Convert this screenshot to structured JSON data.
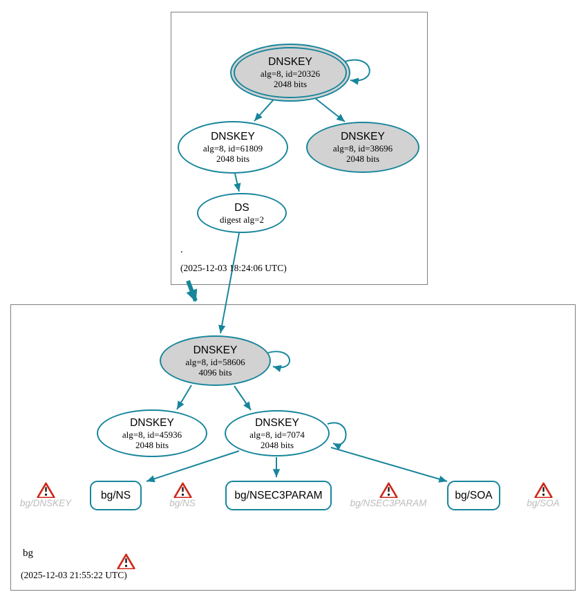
{
  "colors": {
    "edge_teal": "#17859b",
    "ksk_fill_gray": "#d2d2d2",
    "warning_red": "#d02718",
    "muted_label_gray": "#bcbcbc",
    "zone_border_gray": "#7e7e7e"
  },
  "zones": {
    "root": {
      "label": ".",
      "timestamp": "(2025-12-03 18:24:06 UTC)"
    },
    "bg": {
      "label": "bg",
      "timestamp": "(2025-12-03 21:55:22 UTC)"
    }
  },
  "nodes": {
    "root_ksk": {
      "title": "DNSKEY",
      "detail1": "alg=8, id=20326",
      "detail2": "2048 bits"
    },
    "root_zsk": {
      "title": "DNSKEY",
      "detail1": "alg=8, id=61809",
      "detail2": "2048 bits"
    },
    "root_key_38696": {
      "title": "DNSKEY",
      "detail1": "alg=8, id=38696",
      "detail2": "2048 bits"
    },
    "root_ds": {
      "title": "DS",
      "detail1": "digest alg=2"
    },
    "bg_ksk": {
      "title": "DNSKEY",
      "detail1": "alg=8, id=58606",
      "detail2": "4096 bits"
    },
    "bg_key_45936": {
      "title": "DNSKEY",
      "detail1": "alg=8, id=45936",
      "detail2": "2048 bits"
    },
    "bg_zsk_7074": {
      "title": "DNSKEY",
      "detail1": "alg=8, id=7074",
      "detail2": "2048 bits"
    }
  },
  "rrsets": {
    "ns": {
      "label": "bg/NS"
    },
    "nsec3param": {
      "label": "bg/NSEC3PARAM"
    },
    "soa": {
      "label": "bg/SOA"
    }
  },
  "warnings": {
    "dnskey": {
      "label": "bg/DNSKEY"
    },
    "ns": {
      "label": "bg/NS"
    },
    "nsec3param": {
      "label": "bg/NSEC3PARAM"
    },
    "soa": {
      "label": "bg/SOA"
    }
  }
}
